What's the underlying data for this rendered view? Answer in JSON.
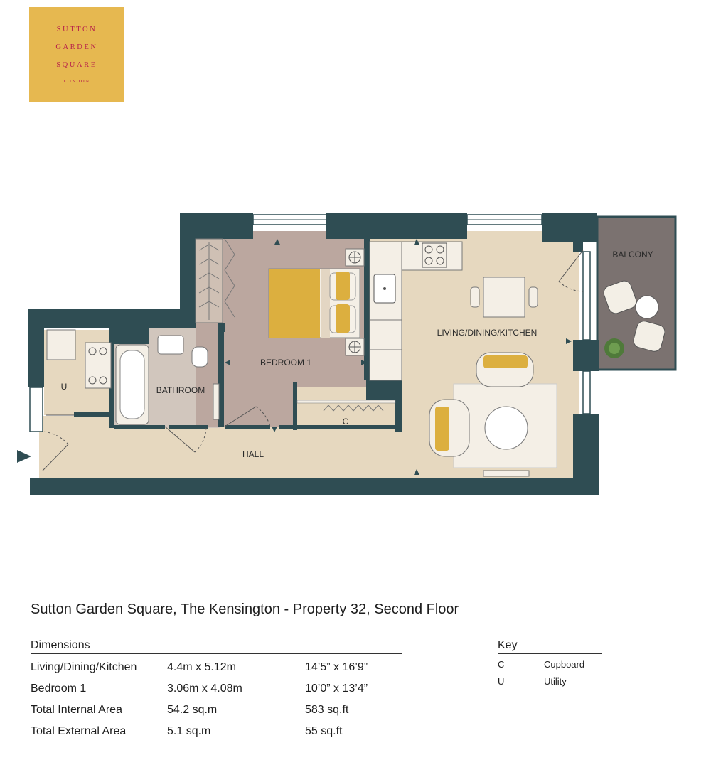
{
  "logo": {
    "line1": "SUTTON",
    "line2": "GARDEN",
    "line3": "SQUARE",
    "line4": "LONDON"
  },
  "rooms": {
    "balcony": "BALCONY",
    "living": "LIVING/DINING/KITCHEN",
    "bedroom": "BEDROOM 1",
    "bathroom": "BATHROOM",
    "utility": "U",
    "cupboard": "C",
    "hall": "HALL"
  },
  "title": "Sutton Garden Square, The Kensington - Property 32, Second Floor",
  "dimensions": {
    "heading": "Dimensions",
    "rows": [
      {
        "label": "Living/Dining/Kitchen",
        "metric": "4.4m x 5.12m",
        "imperial": "14’5” x 16’9”"
      },
      {
        "label": "Bedroom 1",
        "metric": "3.06m x 4.08m",
        "imperial": "10’0” x 13’4”"
      },
      {
        "label": "Total Internal Area",
        "metric": "54.2 sq.m",
        "imperial": "583 sq.ft"
      },
      {
        "label": "Total External Area",
        "metric": "5.1 sq.m",
        "imperial": "55 sq.ft"
      }
    ]
  },
  "key": {
    "heading": "Key",
    "items": [
      {
        "code": "C",
        "meaning": "Cupboard"
      },
      {
        "code": "U",
        "meaning": "Utility"
      }
    ]
  },
  "colors": {
    "wall": "#2f4d53",
    "floor_wood": "#e6d8bf",
    "floor_carpet": "#bba79f",
    "balcony": "#7b7270",
    "accent_mustard": "#dcaf3f",
    "logo_bg": "#e6b850",
    "logo_text": "#b8234a"
  }
}
